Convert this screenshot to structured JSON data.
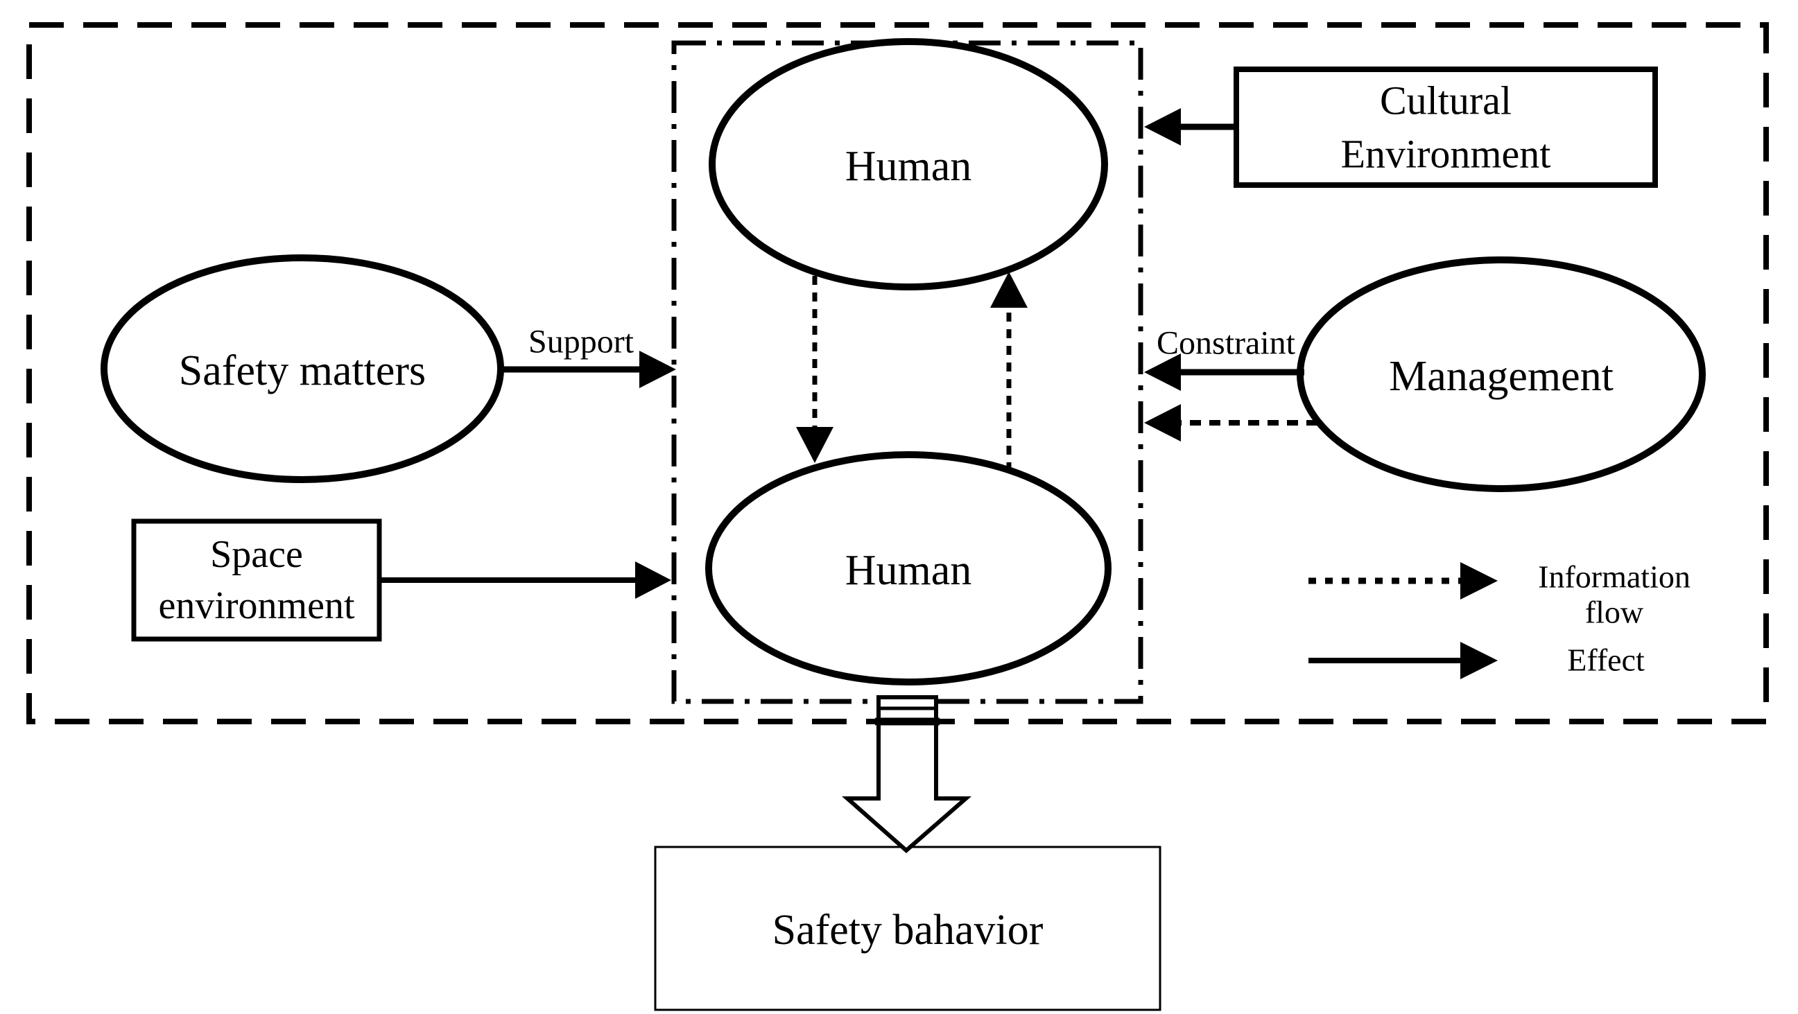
{
  "figure": {
    "background": "#ffffff",
    "ink": "#000000"
  },
  "nodes": {
    "human_top": {
      "label": "Human",
      "shape": "ellipse"
    },
    "human_bottom": {
      "label": "Human",
      "shape": "ellipse"
    },
    "safety_matters": {
      "label": "Safety matters",
      "shape": "ellipse"
    },
    "management": {
      "label": "Management",
      "shape": "ellipse"
    },
    "cultural_environment": {
      "line1": "Cultural",
      "line2": "Environment",
      "shape": "rect"
    },
    "space_environment": {
      "line1": "Space",
      "line2": "environment",
      "shape": "rect"
    },
    "safety_behavior": {
      "label": "Safety bahavior",
      "shape": "rect"
    }
  },
  "edges": {
    "support": {
      "label": "Support",
      "style": "solid-arrow"
    },
    "constraint": {
      "label": "Constraint",
      "style": "solid-arrow"
    },
    "constraint_information": {
      "style": "dashed-arrow"
    },
    "human_to_human_down": {
      "style": "dashed-arrow"
    },
    "human_to_human_up": {
      "style": "dashed-arrow"
    },
    "cultural_to_group": {
      "style": "solid-arrow"
    },
    "space_to_group": {
      "style": "solid-arrow"
    },
    "group_to_behavior": {
      "style": "hollow-block-arrow"
    }
  },
  "legend": {
    "information_flow": {
      "line1": "Information",
      "line2": "flow",
      "symbol": "dashed-arrow"
    },
    "effect": {
      "label": "Effect",
      "symbol": "solid-arrow"
    }
  }
}
